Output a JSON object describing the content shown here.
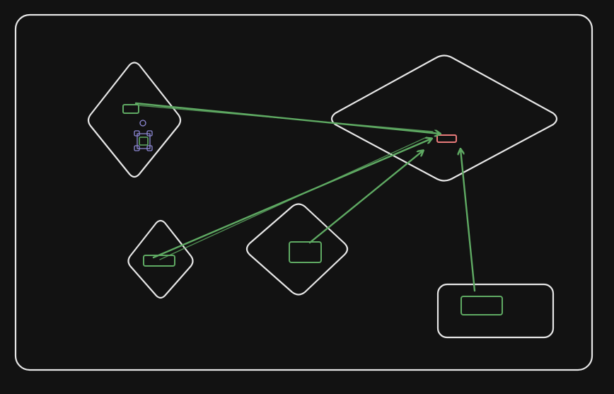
{
  "theme": {
    "background": "#121212",
    "outline_color": "#e6e6e6",
    "connector_color": "#5faa63",
    "target_color": "#e87a7a",
    "selection_color": "#8e8ad6"
  },
  "shapes": [
    {
      "id": "frame",
      "kind": "rounded-rectangle"
    },
    {
      "id": "diamond-top-left",
      "kind": "diamond",
      "selected_child": true
    },
    {
      "id": "diamond-large-right",
      "kind": "diamond"
    },
    {
      "id": "diamond-bottom-left",
      "kind": "diamond"
    },
    {
      "id": "diamond-bottom-middle",
      "kind": "diamond"
    },
    {
      "id": "box-bottom-right",
      "kind": "rounded-rectangle"
    }
  ],
  "connections": [
    {
      "from": "diamond-top-left",
      "to": "diamond-large-right"
    },
    {
      "from": "diamond-bottom-left",
      "to": "diamond-large-right"
    },
    {
      "from": "diamond-bottom-middle",
      "to": "diamond-large-right"
    },
    {
      "from": "box-bottom-right",
      "to": "diamond-large-right"
    }
  ]
}
